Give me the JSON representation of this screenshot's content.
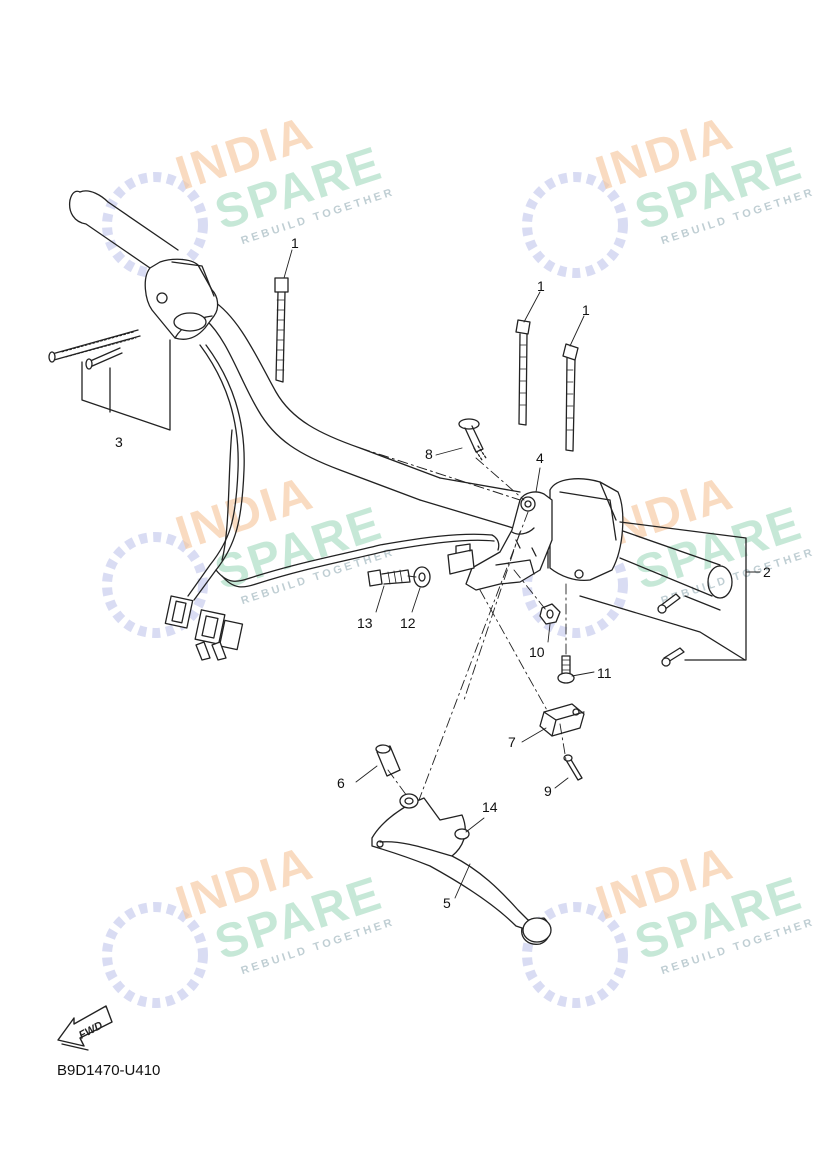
{
  "diagram": {
    "part_code": "B9D1470-U410",
    "fwd_label": "FWD",
    "callouts": [
      {
        "id": "c1a",
        "label": "1"
      },
      {
        "id": "c1b",
        "label": "1"
      },
      {
        "id": "c1c",
        "label": "1"
      },
      {
        "id": "c2",
        "label": "2"
      },
      {
        "id": "c3",
        "label": "3"
      },
      {
        "id": "c4",
        "label": "4"
      },
      {
        "id": "c5",
        "label": "5"
      },
      {
        "id": "c6",
        "label": "6"
      },
      {
        "id": "c7",
        "label": "7"
      },
      {
        "id": "c8",
        "label": "8"
      },
      {
        "id": "c9",
        "label": "9"
      },
      {
        "id": "c10",
        "label": "10"
      },
      {
        "id": "c11",
        "label": "11"
      },
      {
        "id": "c12",
        "label": "12"
      },
      {
        "id": "c13",
        "label": "13"
      },
      {
        "id": "c14",
        "label": "14"
      }
    ]
  },
  "watermark": {
    "line1": "INDIA",
    "line2": "SPARE",
    "line3": "REBUILD TOGETHER",
    "colors": {
      "india": "#f7c9a0",
      "spare": "#a9dcc3",
      "emblem": "#c9cdee"
    }
  }
}
